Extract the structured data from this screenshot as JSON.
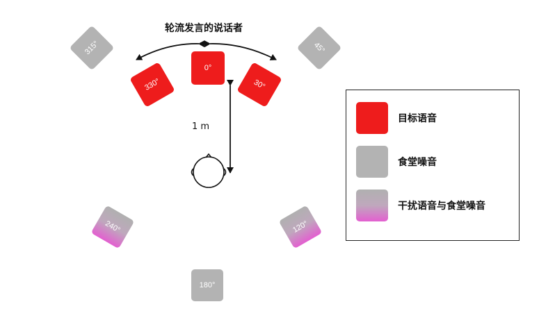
{
  "title": "轮流发言的说话者",
  "distance_label": "1 m",
  "colors": {
    "target": "#ee1c1c",
    "noise": "#b3b3b3",
    "mix_bottom": "#e35fd0"
  },
  "speakers": {
    "s0": "0°",
    "s30": "30°",
    "s330": "330°",
    "s45": "45°",
    "s315": "315°",
    "s120": "120°",
    "s240": "240°",
    "s180": "180°"
  },
  "legend": {
    "target": "目标语音",
    "noise": "食堂噪音",
    "mix": "干扰语音与食堂噪音"
  }
}
